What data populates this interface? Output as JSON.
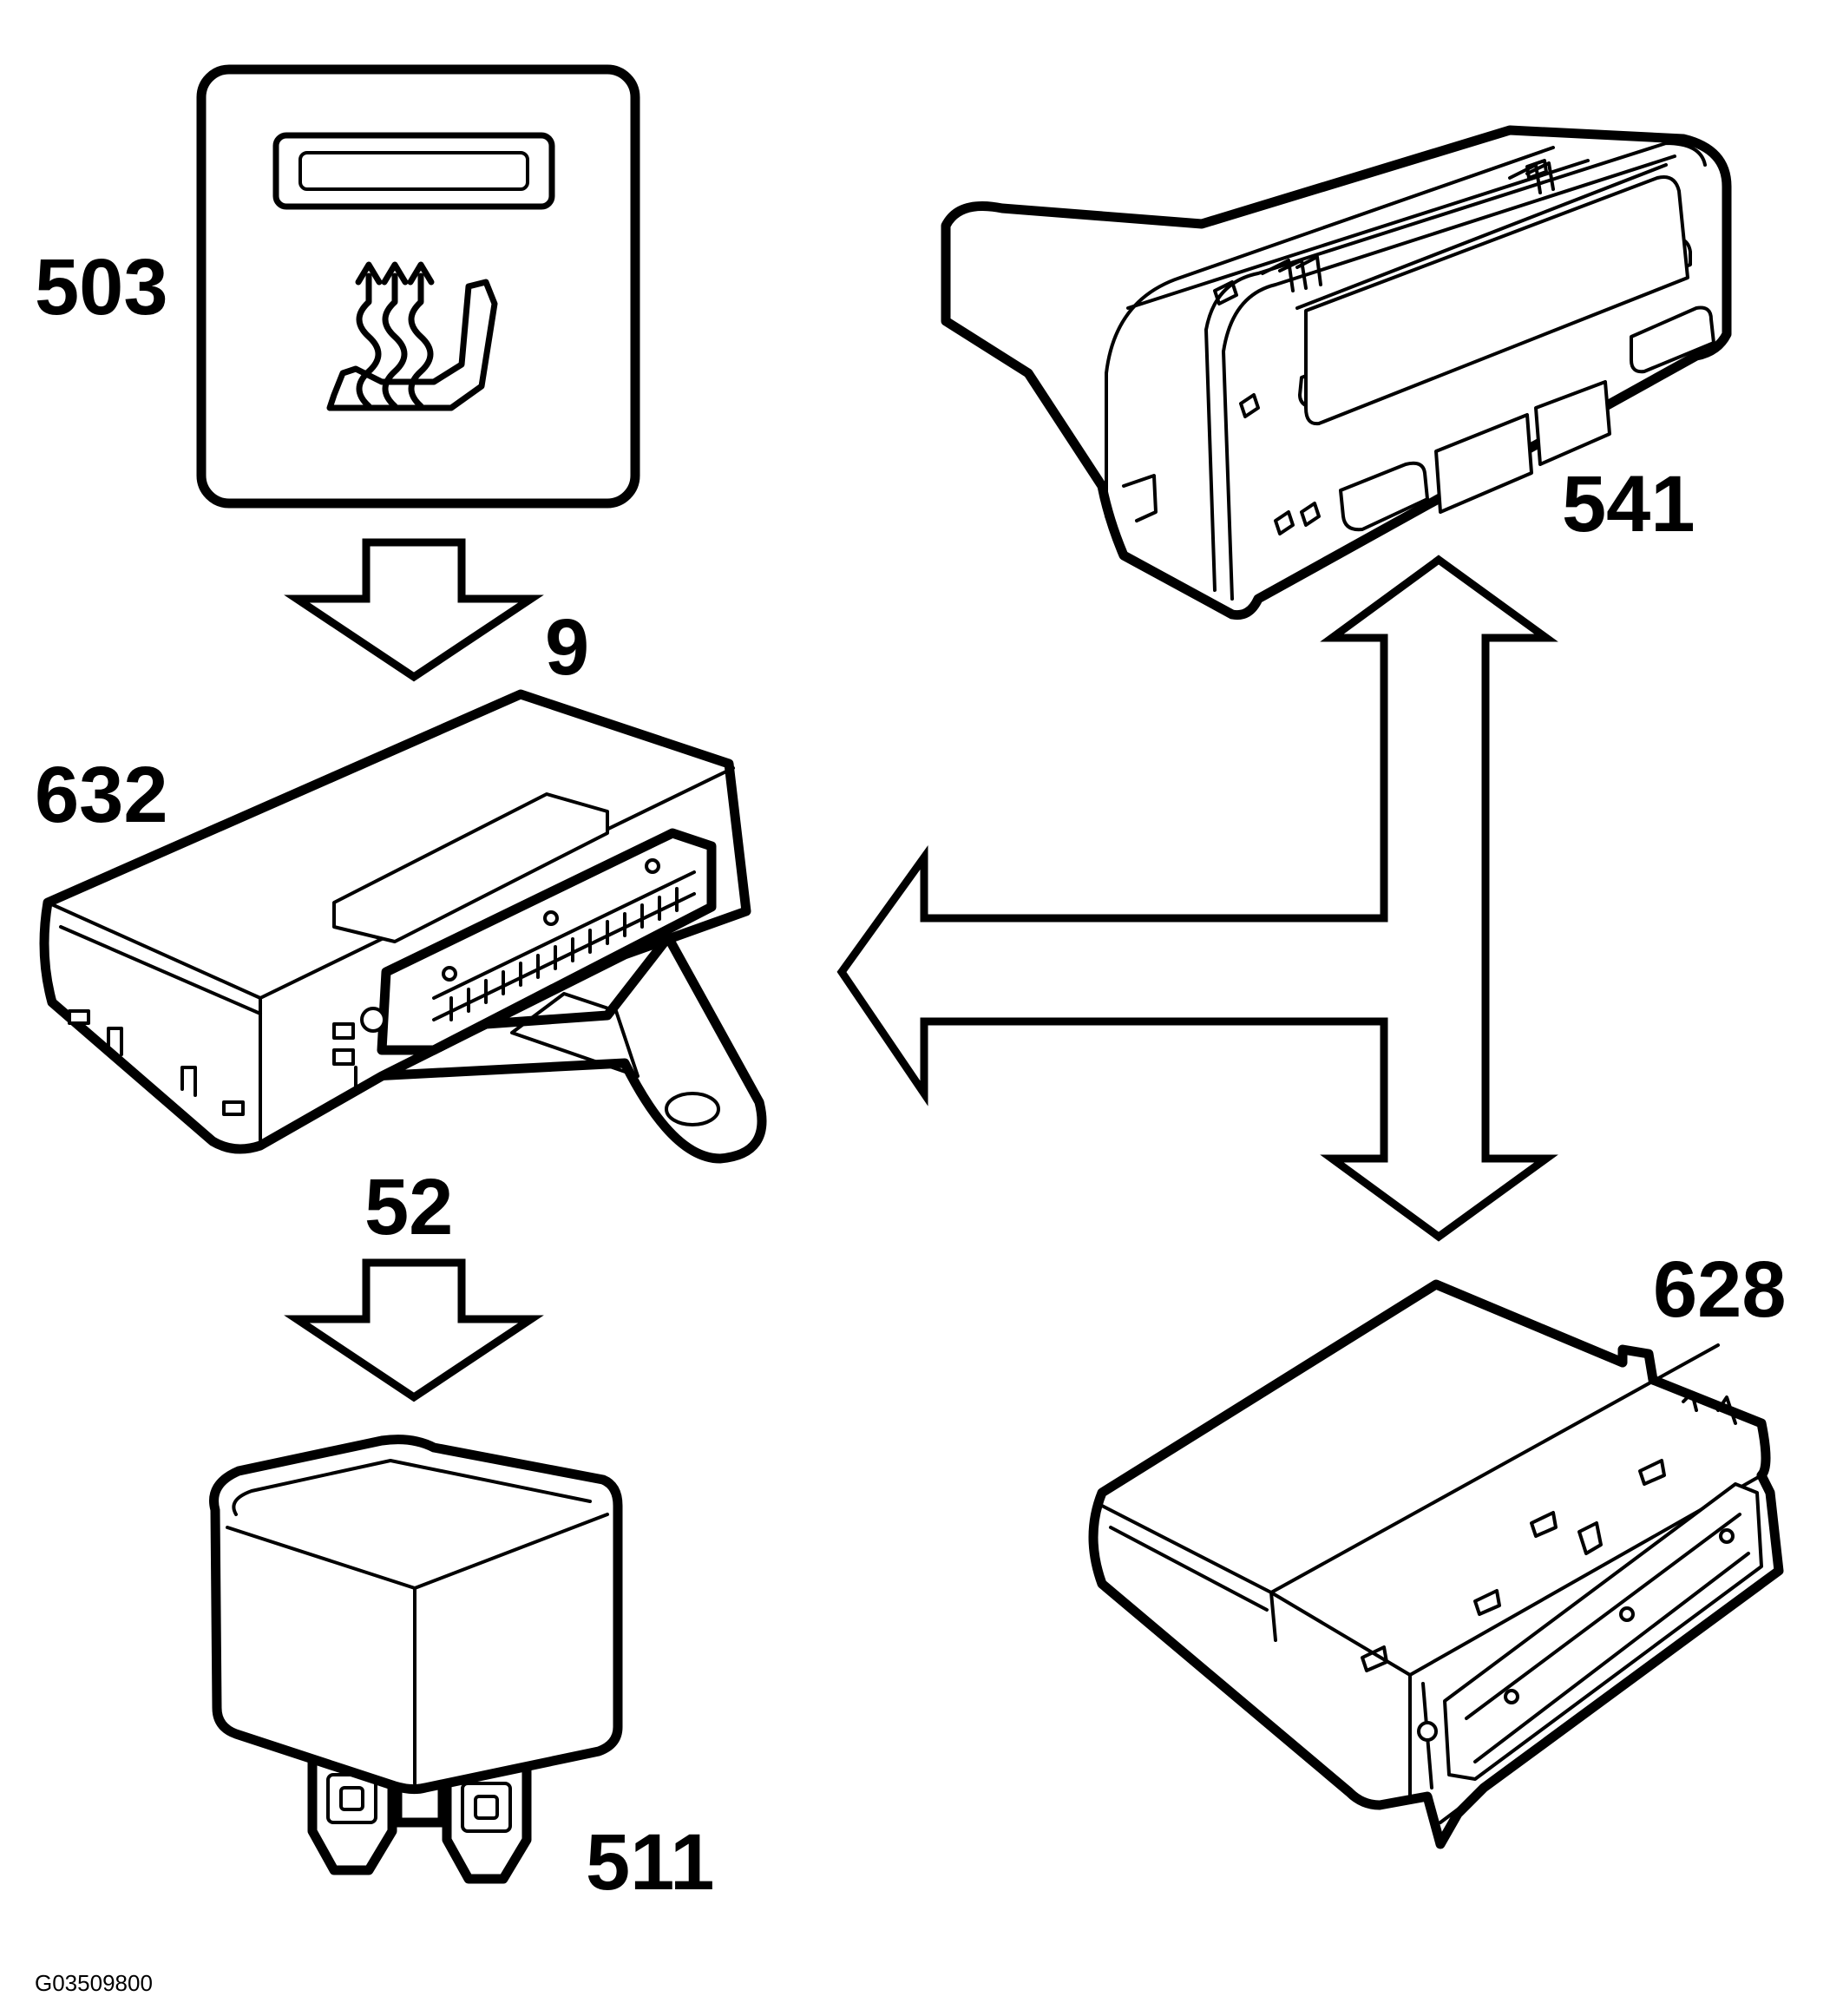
{
  "labels": {
    "seat_heater_switch": "503",
    "control_panel": "541",
    "signal_9": "9",
    "module_632": "632",
    "signal_52": "52",
    "module_628": "628",
    "relay": "511"
  },
  "figure_id": "G03509800"
}
